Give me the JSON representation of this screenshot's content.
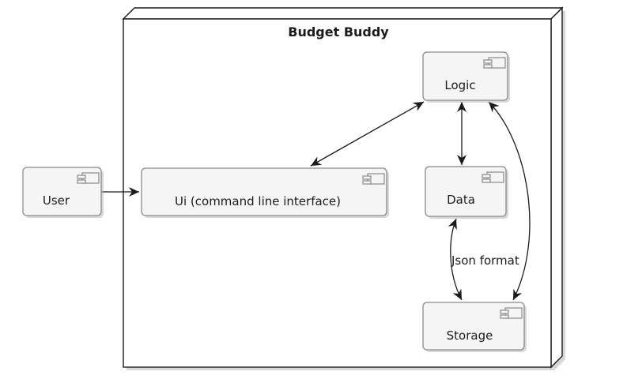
{
  "title": "Budget Buddy",
  "components": {
    "user": {
      "label": "User"
    },
    "ui": {
      "label": "Ui (command line interface)"
    },
    "logic": {
      "label": "Logic"
    },
    "data": {
      "label": "Data"
    },
    "storage": {
      "label": "Storage"
    }
  },
  "edges": {
    "user_to_ui": {
      "from": "User",
      "to": "Ui (command line interface)",
      "arrows": "end"
    },
    "ui_logic": {
      "from": "Ui (command line interface)",
      "to": "Logic",
      "arrows": "both"
    },
    "logic_data": {
      "from": "Logic",
      "to": "Data",
      "arrows": "both"
    },
    "data_storage": {
      "from": "Data",
      "to": "Storage",
      "arrows": "both",
      "label": "Json format"
    },
    "logic_storage": {
      "from": "Logic",
      "to": "Storage",
      "arrows": "both"
    }
  },
  "colors": {
    "background": "#ffffff",
    "node_border": "#1b1b1b",
    "component_fill": "#f5f5f5",
    "component_border": "#8a8a8a",
    "line": "#1b1b1b",
    "text": "#1c1c1c"
  }
}
